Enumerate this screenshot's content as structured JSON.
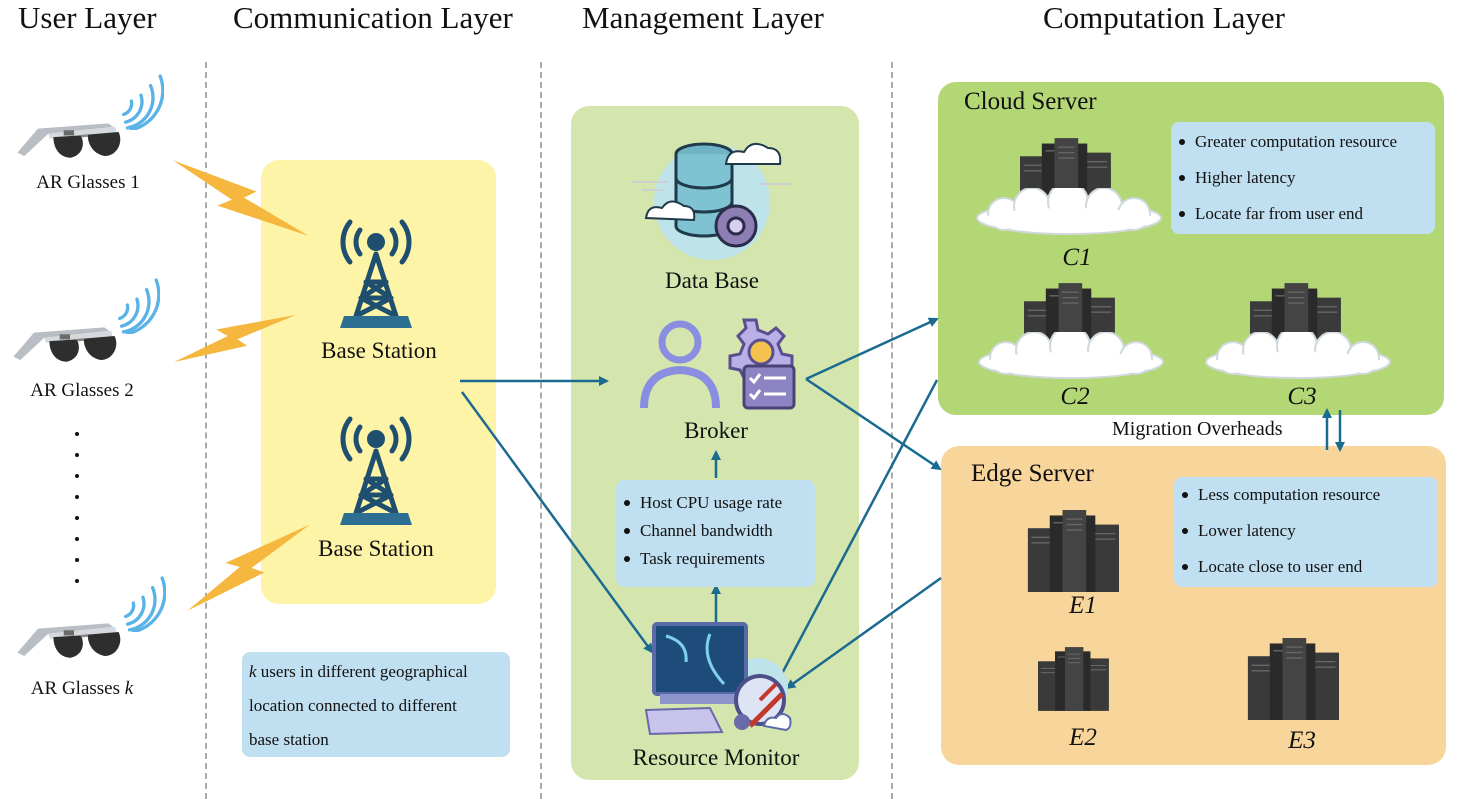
{
  "layers": {
    "user": "User Layer",
    "communication": "Communication Layer",
    "management": "Management Layer",
    "computation": "Computation Layer"
  },
  "users": [
    {
      "label": "AR Glasses 1"
    },
    {
      "label": "AR Glasses 2"
    },
    {
      "label_prefix": "AR Glasses ",
      "label_var": "k"
    }
  ],
  "base_stations": [
    "Base Station",
    "Base Station"
  ],
  "note": {
    "var": "k",
    "line1": " users in different geographical",
    "line2": "location connected to different",
    "line3": "base station"
  },
  "management": {
    "database": "Data Base",
    "broker": "Broker",
    "monitor": "Resource Monitor",
    "metrics": [
      "Host CPU usage rate",
      "Channel bandwidth",
      "Task requirements"
    ]
  },
  "cloud": {
    "title": "Cloud Server",
    "features": [
      "Greater computation resource",
      "Higher latency",
      "Locate far from user end"
    ],
    "servers": [
      "C1",
      "C2",
      "C3"
    ]
  },
  "edge": {
    "title": "Edge Server",
    "features": [
      "Less computation resource",
      "Lower latency",
      "Locate close to user end"
    ],
    "servers": [
      "E1",
      "E2",
      "E3"
    ]
  },
  "migration": "Migration Overheads",
  "colors": {
    "arrow": "#1b6a8f",
    "comm_panel": "#fdf4a8",
    "mgmt_panel": "#d4e6ae",
    "cloud_panel": "#b4d775",
    "edge_panel": "#f7d59b",
    "info_box": "#c0dff0",
    "lightning": "#f5b73d",
    "wifi": "#5ab3e6",
    "tower": "#1f4f6e"
  }
}
